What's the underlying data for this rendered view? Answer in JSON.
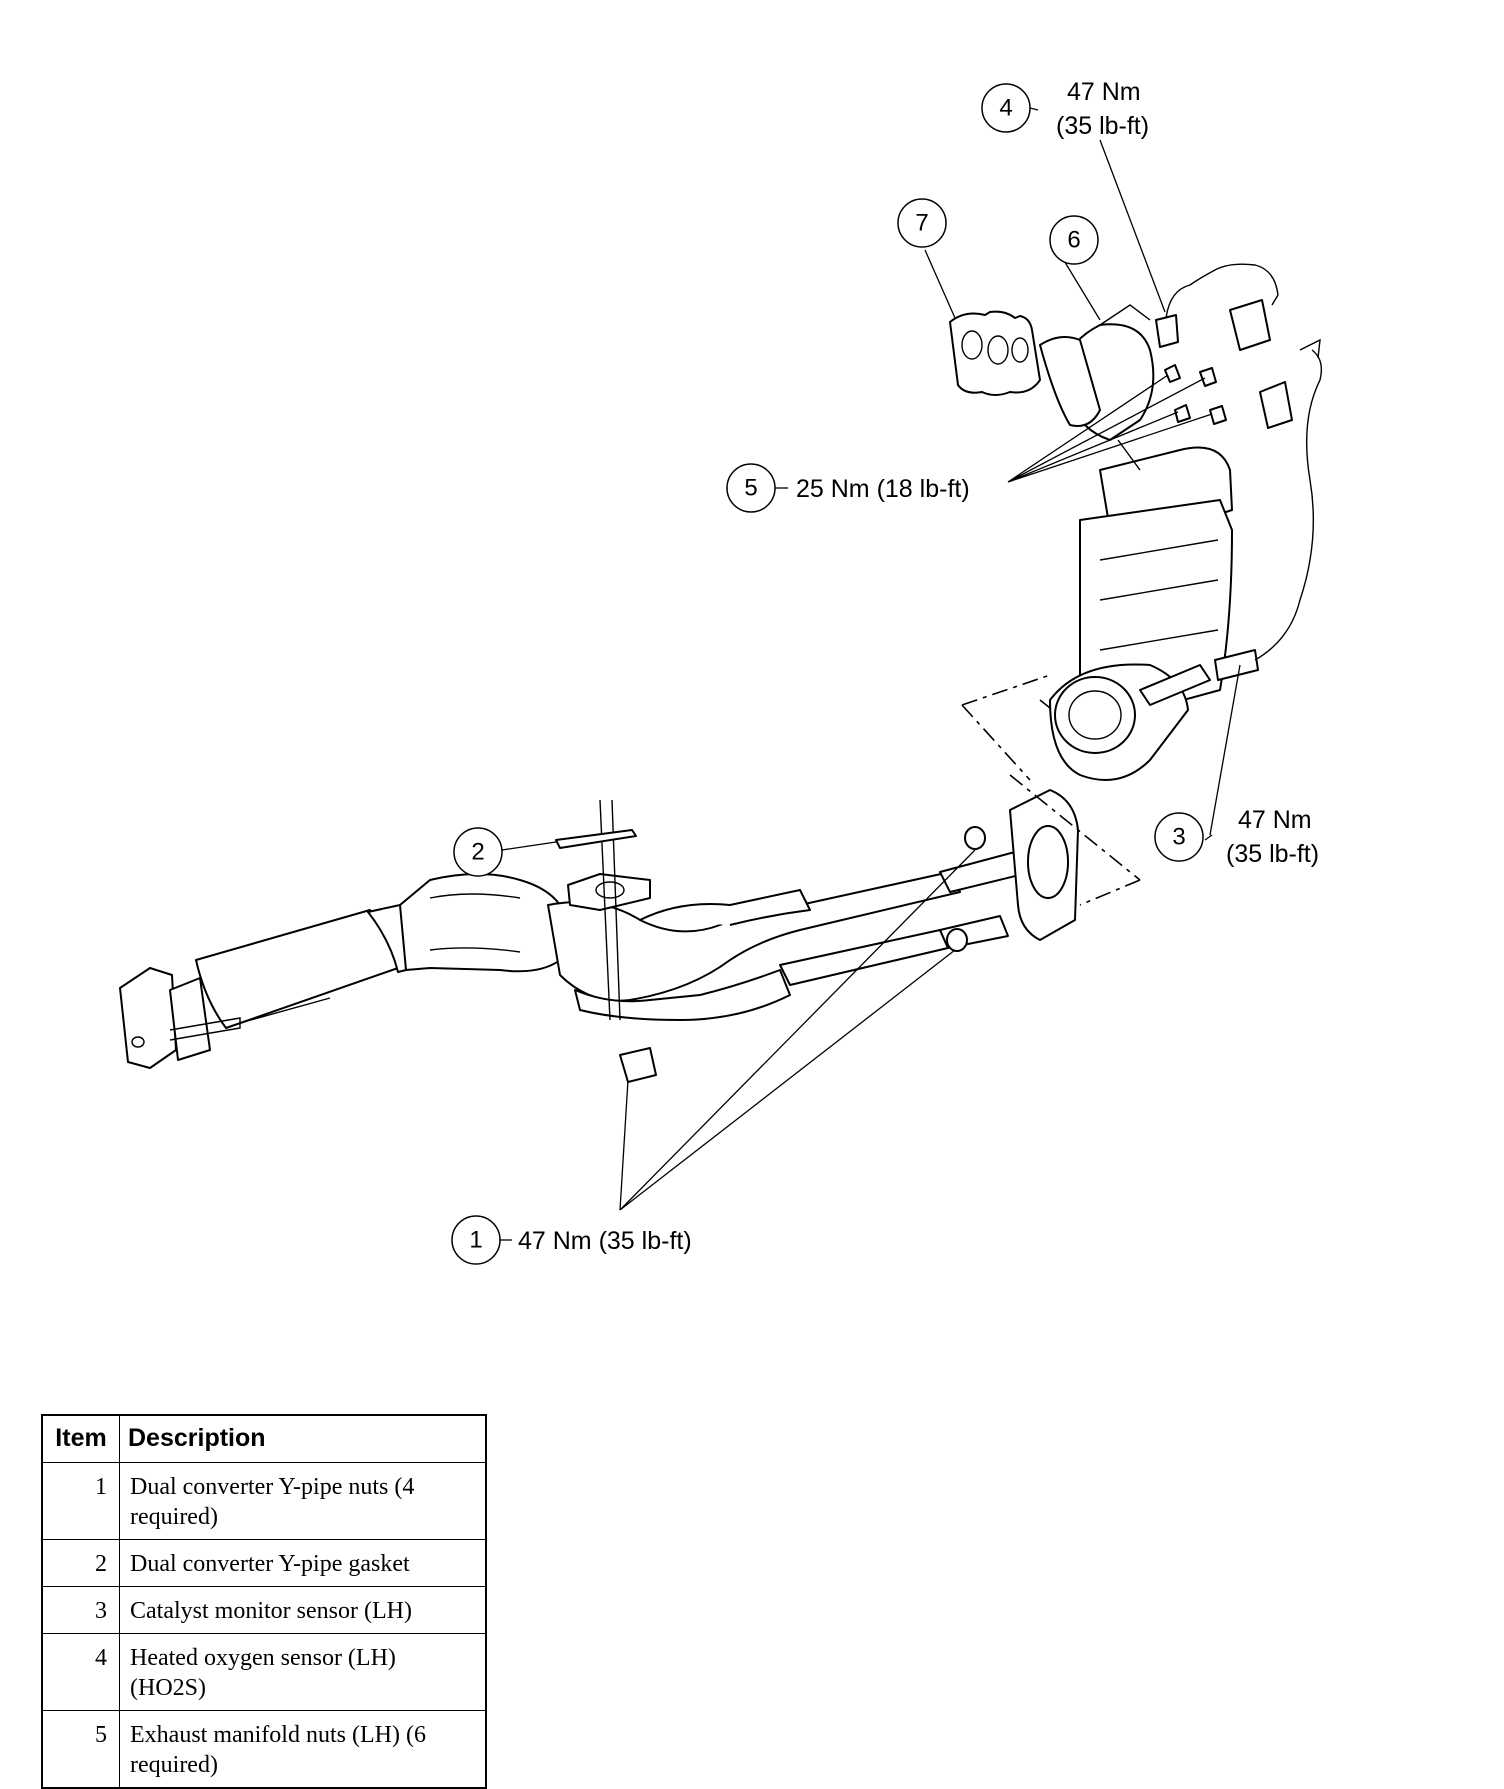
{
  "callouts": [
    {
      "number": "1",
      "spec": "47 Nm (35 lb-ft)"
    },
    {
      "number": "2"
    },
    {
      "number": "3",
      "spec_line1": "47 Nm",
      "spec_line2": "(35 lb-ft)"
    },
    {
      "number": "4",
      "spec_line1": "47 Nm",
      "spec_line2": "(35 lb-ft)"
    },
    {
      "number": "5",
      "spec": "25 Nm (18 lb-ft)"
    },
    {
      "number": "6"
    },
    {
      "number": "7"
    }
  ],
  "legend": {
    "headers": {
      "item": "Item",
      "description": "Description"
    },
    "rows": [
      {
        "item": "1",
        "description": "Dual converter Y-pipe nuts (4 required)"
      },
      {
        "item": "2",
        "description": "Dual converter Y-pipe gasket"
      },
      {
        "item": "3",
        "description": "Catalyst monitor sensor (LH)"
      },
      {
        "item": "4",
        "description": "Heated oxygen sensor (LH) (HO2S)"
      },
      {
        "item": "5",
        "description": "Exhaust manifold nuts (LH) (6 required)"
      }
    ]
  }
}
